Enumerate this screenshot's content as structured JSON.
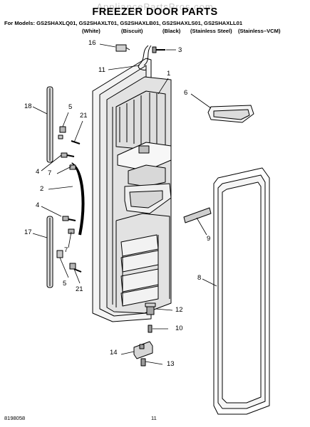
{
  "header": {
    "watermark": "AppliancePartsPros.com",
    "title": "FREEZER DOOR PARTS",
    "models_line": "For Models: GS2SHAXLQ01, GS2SHAXLT01, GS2SHAXLB01, GS2SHAXLS01, GS2SHAXLL01",
    "colors": [
      "(White)",
      "(Biscuit)",
      "(Black)",
      "(Stainless Steel)",
      "(Stainless–VCM)"
    ]
  },
  "callouts": {
    "c16": "16",
    "c3": "3",
    "c11": "11",
    "c1": "1",
    "c6": "6",
    "c18": "18",
    "c5a": "5",
    "c21a": "21",
    "c4a": "4",
    "c7a": "7",
    "c2": "2",
    "c4b": "4",
    "c17": "17",
    "c7b": "7",
    "c5b": "5",
    "c21b": "21",
    "c9": "9",
    "c8": "8",
    "c12": "12",
    "c10": "10",
    "c14": "14",
    "c13": "13"
  },
  "footer": {
    "doc_number": "8198058",
    "page_number": "11"
  }
}
